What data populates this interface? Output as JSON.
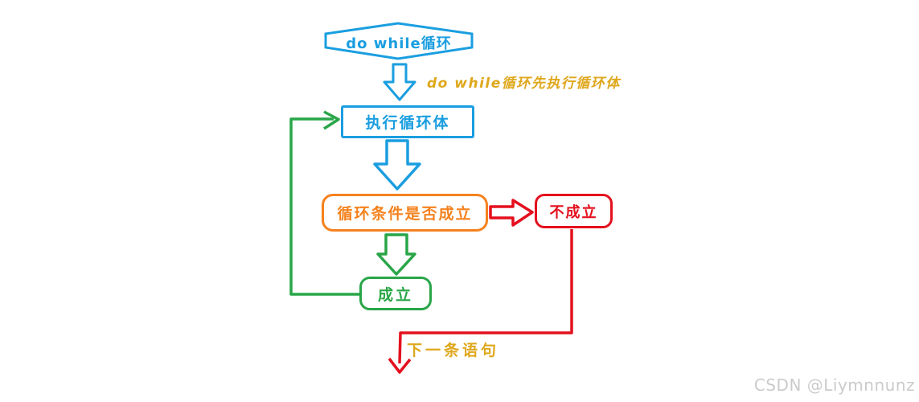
{
  "title": "do while loop flowchart",
  "colors": {
    "background": "#FFFFFF",
    "blue": "#1A9EE0",
    "orange": "#F5821E",
    "red": "#E4101E",
    "green": "#29A648",
    "yellow": "#DFA71C",
    "watermark": "#CBCBCB"
  },
  "nodes": {
    "start_hexagon": {
      "label": "do while循环"
    },
    "exec_box": {
      "label": "执行循环体"
    },
    "cond_box": {
      "label": "循环条件是否成立"
    },
    "not_met_box": {
      "label": "不成立"
    },
    "met_box": {
      "label": "成立"
    }
  },
  "annotations": {
    "top_note": "do while循环先执行循环体",
    "next_statement": "下一条语句"
  },
  "watermark": "CSDN @Liymnnunz"
}
